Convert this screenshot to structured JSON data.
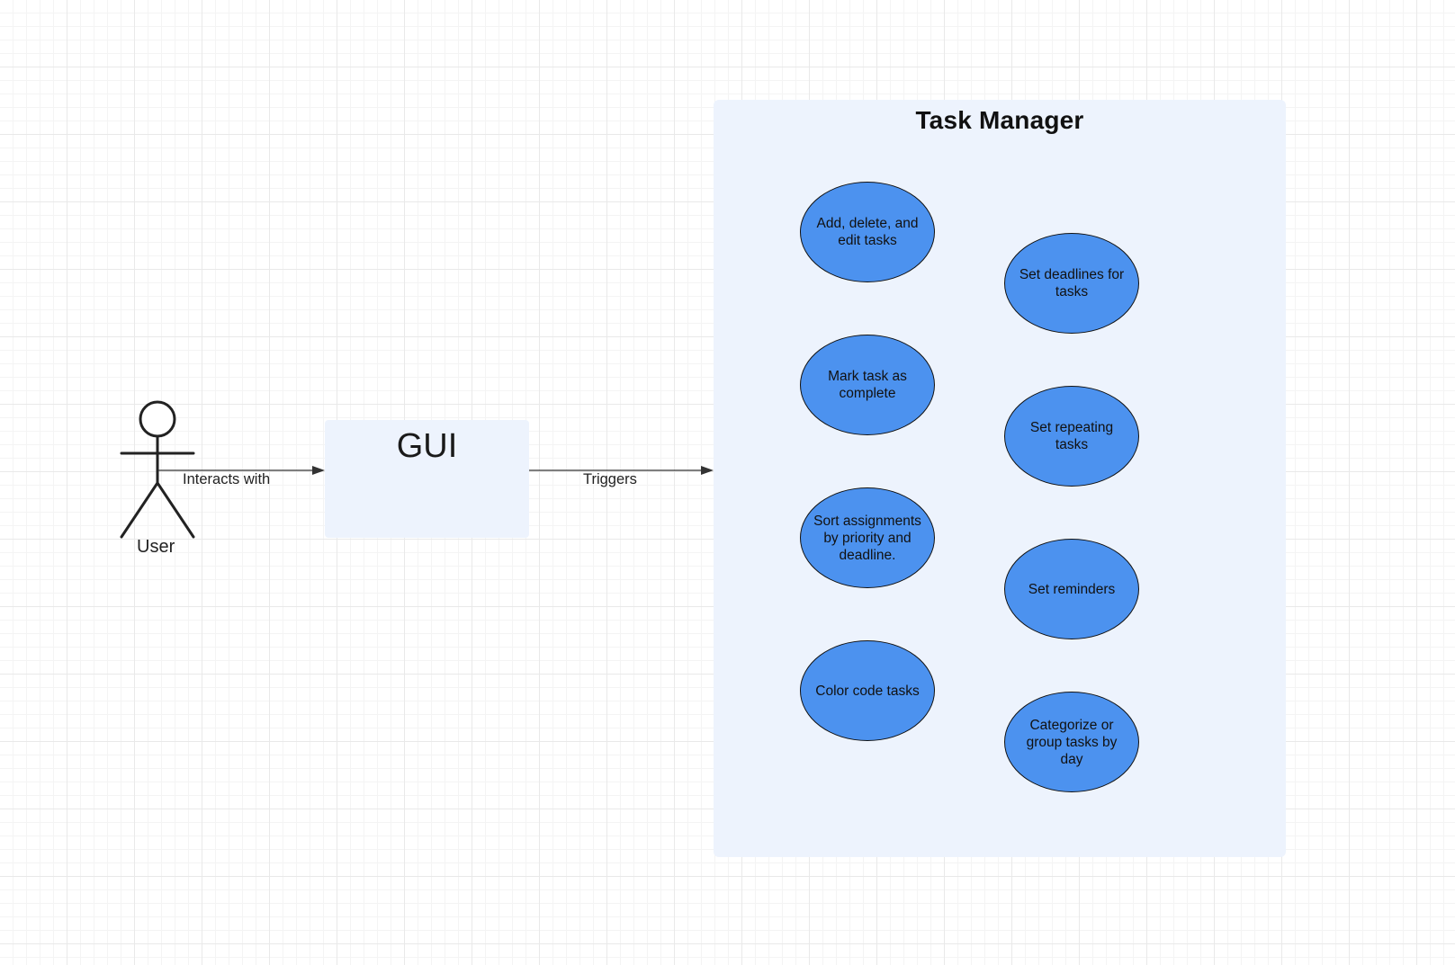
{
  "actor": {
    "label": "User",
    "icon": "stick-figure-icon"
  },
  "gui": {
    "label": "GUI"
  },
  "edges": {
    "user_to_gui": "Interacts with",
    "gui_to_system": "Triggers"
  },
  "system": {
    "title": "Task Manager",
    "use_cases": {
      "add_delete_edit": "Add, delete, and edit tasks",
      "mark_complete": "Mark task as complete",
      "sort": "Sort assignments by priority and deadline.",
      "color_code": "Color code tasks",
      "deadlines": "Set deadlines for tasks",
      "repeating": "Set repeating tasks",
      "reminders": "Set reminders",
      "categorize": "Categorize or group tasks by day"
    }
  },
  "colors": {
    "use_case_fill": "#4c92ef",
    "container_fill": "#edf3fd",
    "grid": "#e9e9e9"
  }
}
